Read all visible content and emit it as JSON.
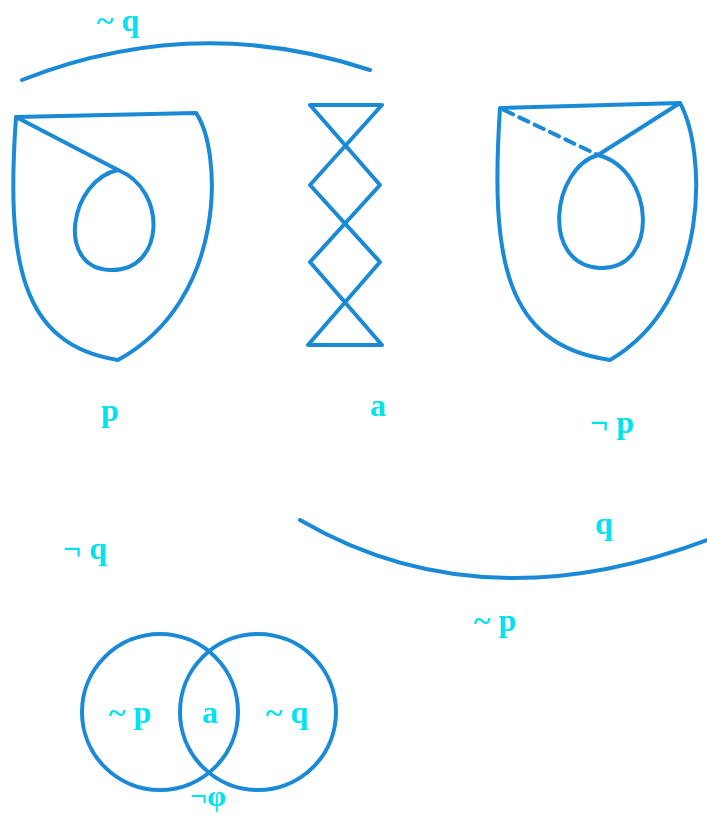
{
  "diagram": {
    "nodes": [
      {
        "text": [
          "~ p"
        ]
      },
      {
        "text": [
          "~ q"
        ]
      }
    ],
    "labels": [
      "~ q",
      "p",
      "a",
      "¬ p",
      "q",
      "¬ q",
      "~ p",
      "a",
      "¬φ"
    ]
  }
}
